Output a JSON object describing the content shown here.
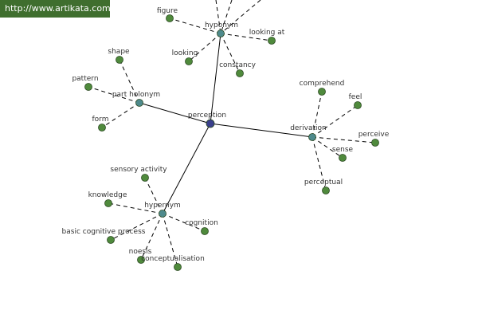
{
  "watermark": {
    "text": "http://www.artikata.com"
  },
  "colors": {
    "center_node": "#3a3f8c",
    "hub_node": "#4e8a8c",
    "leaf_node": "#4f8a3c",
    "edge": "#000000",
    "watermark_bg": "#3f6e2e"
  },
  "graph": {
    "center": {
      "label": "perception"
    },
    "hubs": [
      {
        "id": "hyponym",
        "label": "hyponym",
        "leaves": [
          "figure",
          "looking at",
          "looking",
          "constancy"
        ]
      },
      {
        "id": "part_holonym",
        "label": "part holonym",
        "leaves": [
          "shape",
          "pattern",
          "form"
        ]
      },
      {
        "id": "derivation",
        "label": "derivation",
        "leaves": [
          "comprehend",
          "feel",
          "perceive",
          "sense",
          "perceptual"
        ]
      },
      {
        "id": "hypernym",
        "label": "hypernym",
        "leaves": [
          "sensory activity",
          "knowledge",
          "basic cognitive process",
          "cognition",
          "noesis",
          "conceptualisation"
        ]
      }
    ]
  }
}
